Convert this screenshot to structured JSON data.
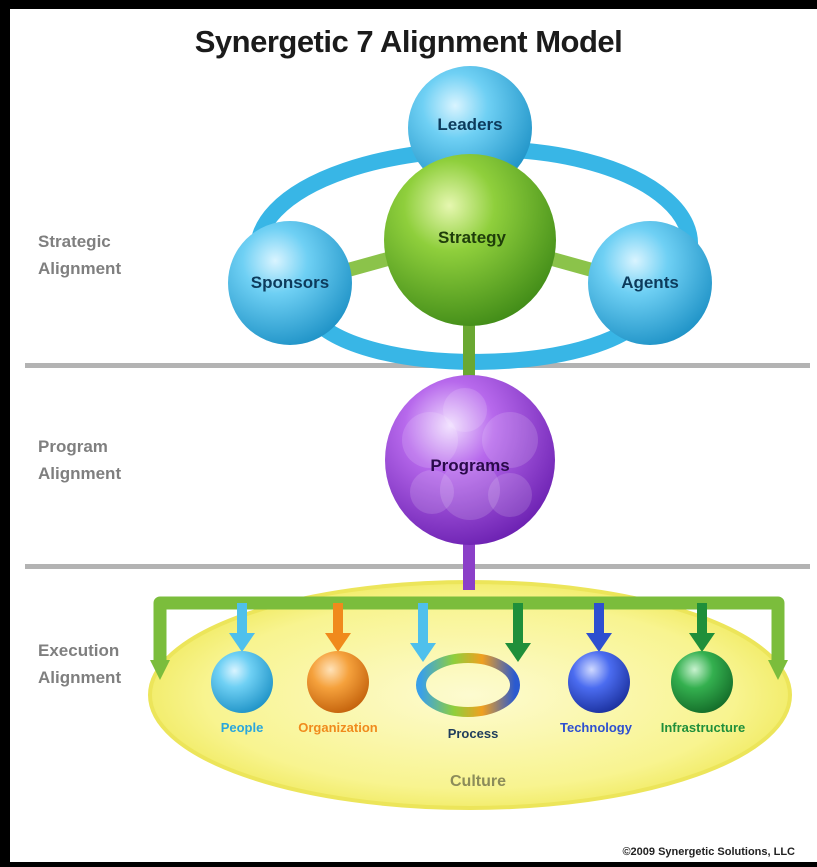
{
  "title": "Synergetic 7 Alignment Model",
  "bands": {
    "strategic": [
      "Strategic",
      "Alignment"
    ],
    "program": [
      "Program",
      "Alignment"
    ],
    "execution": [
      "Execution",
      "Alignment"
    ]
  },
  "nodes": {
    "leaders": "Leaders",
    "strategy": "Strategy",
    "sponsors": "Sponsors",
    "agents": "Agents",
    "programs": "Programs"
  },
  "execution": {
    "people": "People",
    "organization": "Organization",
    "process": "Process",
    "technology": "Technology",
    "infrastructure": "Infrastructure",
    "culture": "Culture"
  },
  "colors": {
    "cyan": "#2fb3e6",
    "green": "#6cb52d",
    "purple": "#9b3fd9",
    "orange": "#f08a1c",
    "blue": "#2d4fd0",
    "dark_green": "#1f8f3a",
    "yellow": "#f5f07a"
  },
  "copyright": "©2009 Synergetic Solutions, LLC"
}
